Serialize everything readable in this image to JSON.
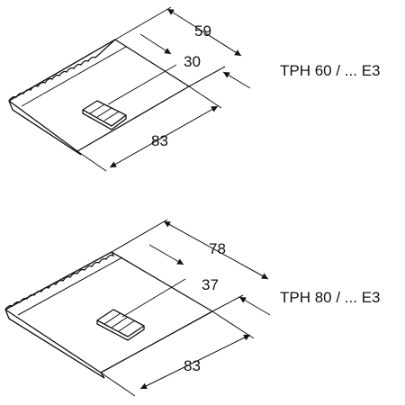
{
  "figures": [
    {
      "model_label": "TPH 60 / ... E3",
      "dimensions": {
        "overall_width": "59",
        "clip_offset": "30",
        "depth": "83"
      }
    },
    {
      "model_label": "TPH 80 / ... E3",
      "dimensions": {
        "overall_width": "78",
        "clip_offset": "37",
        "depth": "83"
      }
    }
  ],
  "colors": {
    "line": "#111111",
    "background": "#ffffff"
  }
}
